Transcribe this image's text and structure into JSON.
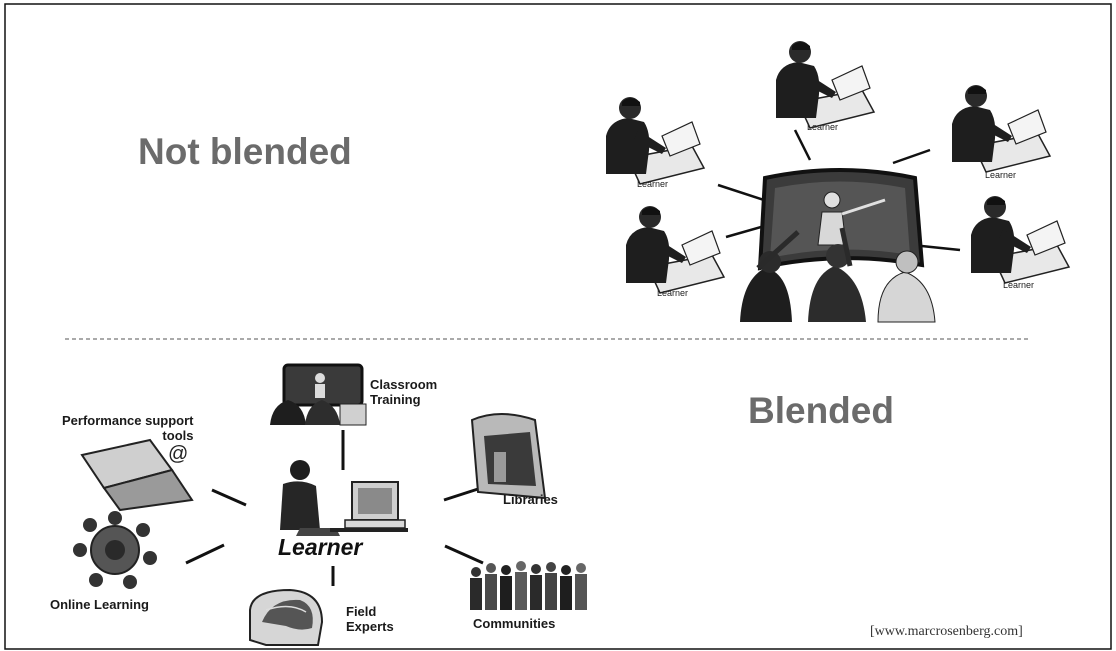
{
  "headings": {
    "not_blended": "Not blended",
    "blended": "Blended"
  },
  "not_blended_diagram": {
    "learner_captions": [
      "Learner",
      "Learner",
      "Learner",
      "Learner",
      "Learner"
    ]
  },
  "blended_diagram": {
    "center_label": "Learner",
    "nodes": {
      "classroom": "Classroom\nTraining",
      "performance": "Performance support\ntools",
      "libraries": "Libraries",
      "online": "Online Learning",
      "experts": "Field\nExperts",
      "communities": "Communities"
    }
  },
  "credit": "[www.marcrosenberg.com]",
  "colors": {
    "heading": "#6b6b6b",
    "clipart_dark": "#1e1e1e",
    "board": "#4a4a4a"
  }
}
